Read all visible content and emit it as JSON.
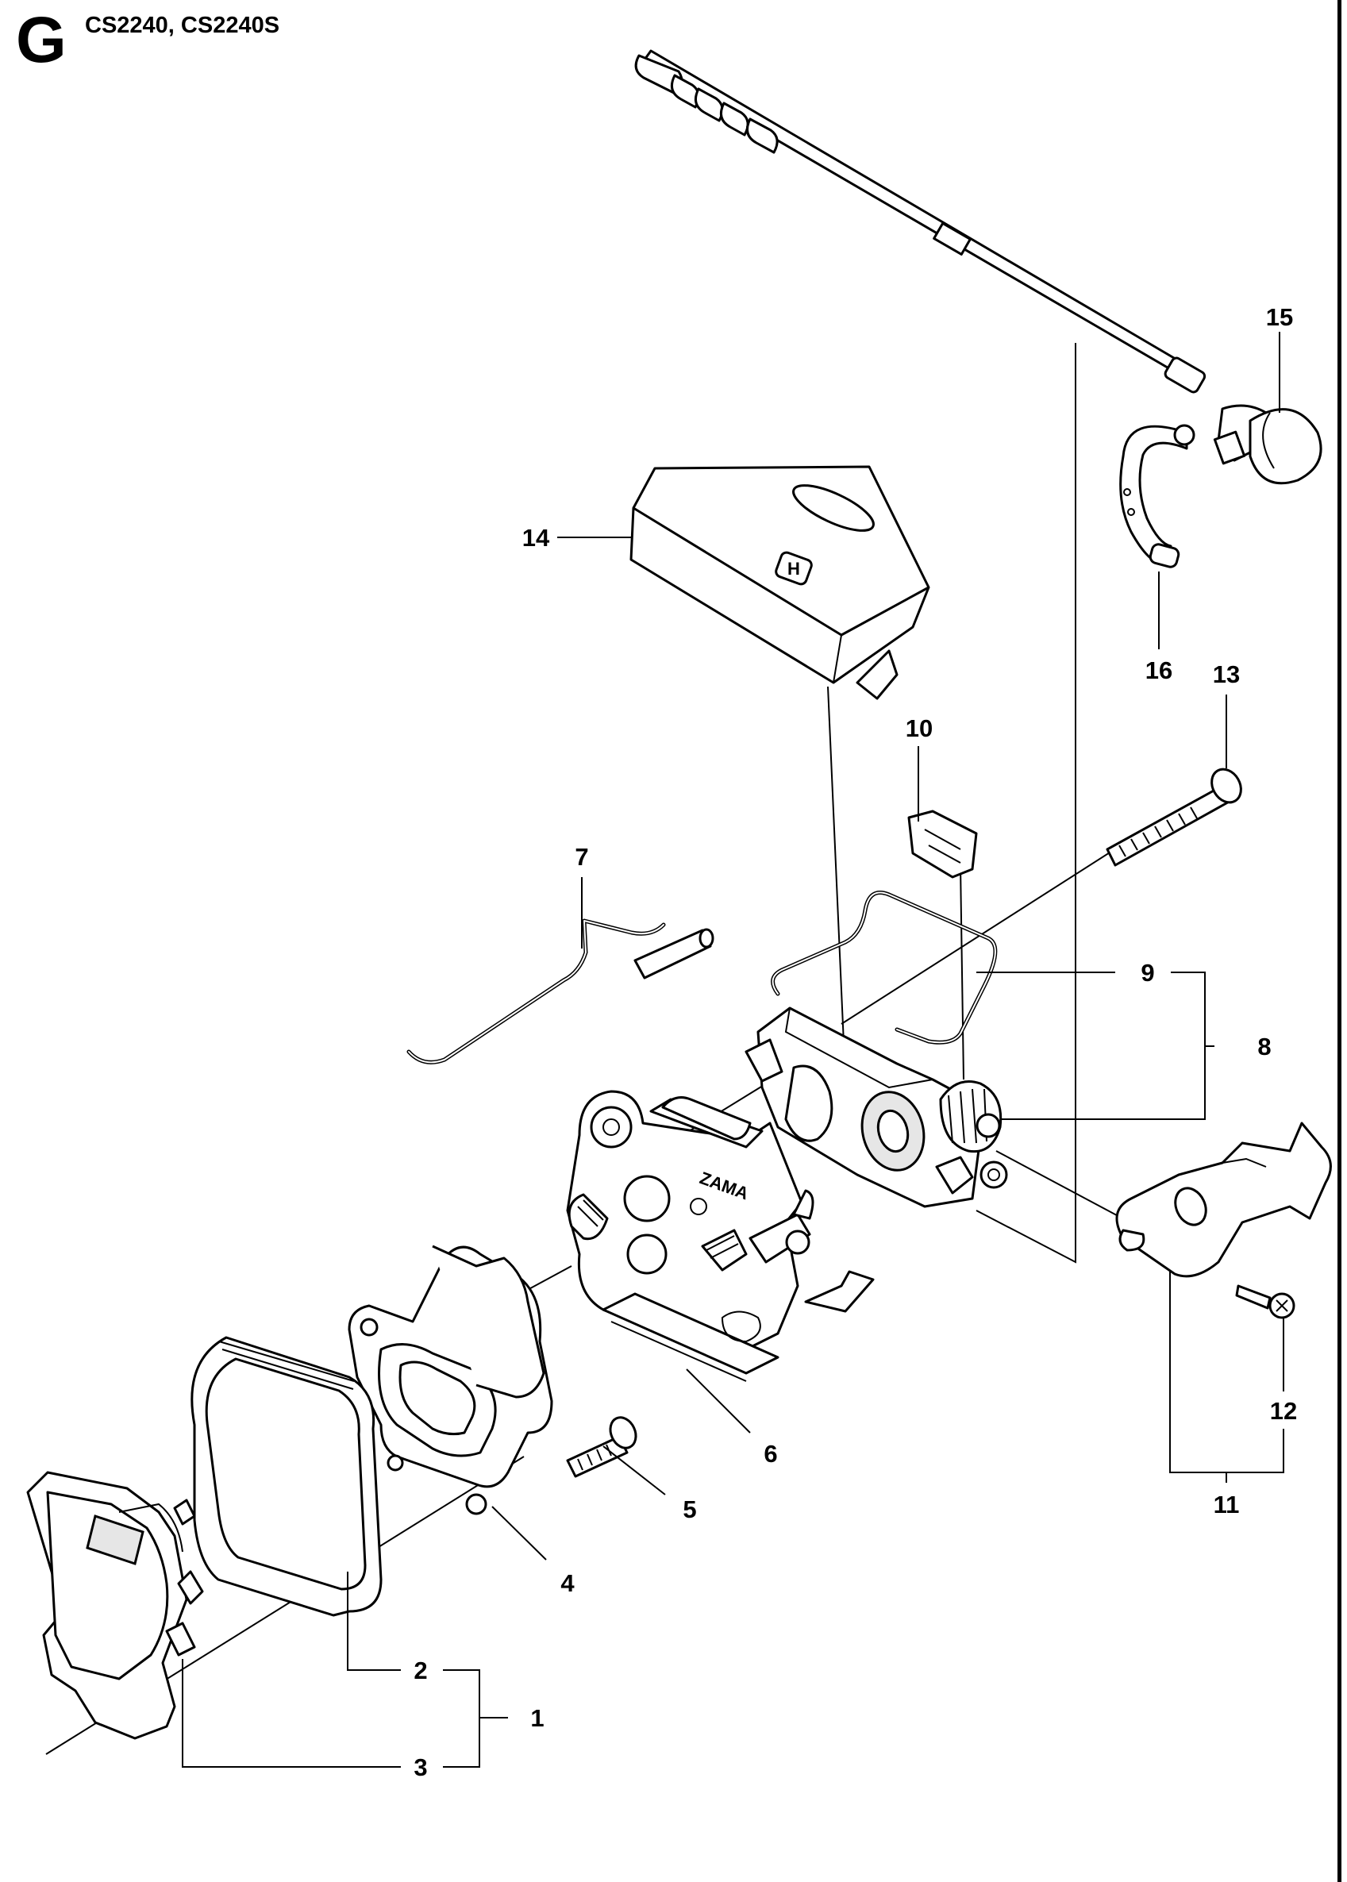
{
  "header": {
    "section_letter": "G",
    "models": "CS2240, CS2240S"
  },
  "callouts": [
    {
      "id": "1",
      "label": "1"
    },
    {
      "id": "2",
      "label": "2"
    },
    {
      "id": "3",
      "label": "3"
    },
    {
      "id": "4",
      "label": "4"
    },
    {
      "id": "5",
      "label": "5"
    },
    {
      "id": "6",
      "label": "6"
    },
    {
      "id": "7",
      "label": "7"
    },
    {
      "id": "8",
      "label": "8"
    },
    {
      "id": "9",
      "label": "9"
    },
    {
      "id": "10",
      "label": "10"
    },
    {
      "id": "11",
      "label": "11"
    },
    {
      "id": "12",
      "label": "12"
    },
    {
      "id": "13",
      "label": "13"
    },
    {
      "id": "14",
      "label": "14"
    },
    {
      "id": "15",
      "label": "15"
    },
    {
      "id": "16",
      "label": "16"
    }
  ],
  "logos": {
    "air_filter_emblem": "H",
    "carburetor_brand": "ZAMA"
  }
}
